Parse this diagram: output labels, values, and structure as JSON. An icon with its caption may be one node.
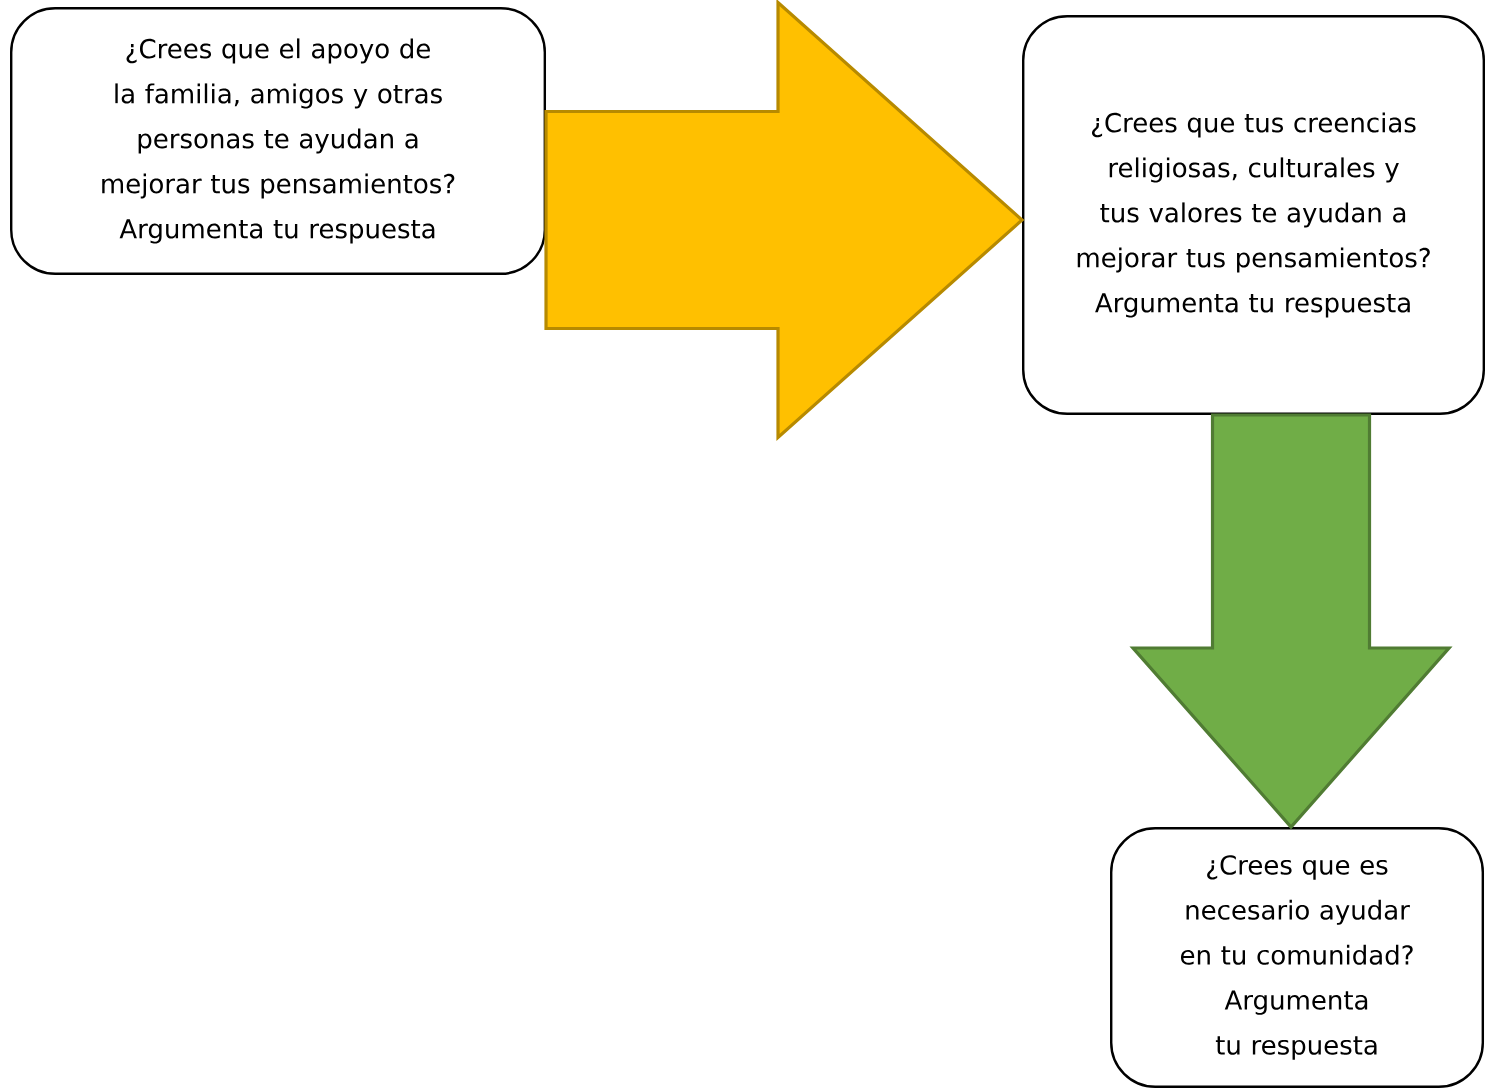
{
  "diagram": {
    "nodes": [
      {
        "text": [
          "¿Crees que el apoyo de la familia, amigos y otras personas te ayudan a mejorar tus pensamientos? Argumenta tu respuesta"
        ]
      },
      {
        "text": [
          "¿Crees que tus creencias religiosas, culturales y tus valores te ayudan a mejorar tus pensamientos? Argumenta tu respuesta"
        ]
      },
      {
        "text": [
          "¿Crees que es necesario ayudar en tu comunidad? Argumenta tu respuesta"
        ]
      }
    ],
    "edges": [
      {
        "from": 0,
        "to": 1,
        "arrow": "to",
        "style": "thick",
        "color": "#ffc000"
      },
      {
        "from": 1,
        "to": 2,
        "arrow": "to",
        "style": "thick",
        "color": "#70ad47"
      }
    ]
  }
}
